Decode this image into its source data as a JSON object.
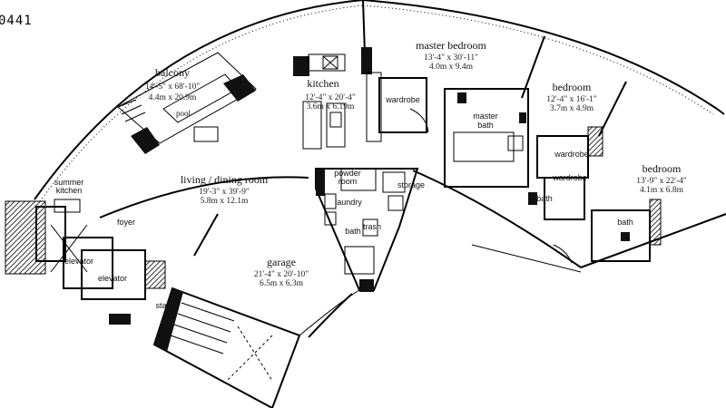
{
  "plan_id": "0441",
  "rooms": {
    "balcony": {
      "name": "balcony",
      "dim_imperial": "14'-5\" x 68'-10\"",
      "dim_metric": "4.4m x 20.9m",
      "pool": "pool"
    },
    "kitchen": {
      "name": "kitchen",
      "dim_imperial": "12'-4\" x 20'-4\"",
      "dim_metric": "3.6m x 6.19m"
    },
    "master_bedroom": {
      "name": "master bedroom",
      "dim_imperial": "13'-4\" x 30'-11\"",
      "dim_metric": "4.0m x 9.4m"
    },
    "bedroom_1": {
      "name": "bedroom",
      "dim_imperial": "12'-4\" x 16'-1\"",
      "dim_metric": "3.7m x 4.9m"
    },
    "bedroom_2": {
      "name": "bedroom",
      "dim_imperial": "13'-9\" x 22'-4\"",
      "dim_metric": "4.1m x 6.8m"
    },
    "living": {
      "name": "living / dining room",
      "dim_imperial": "19'-3\" x 39'-9\"",
      "dim_metric": "5.8m x 12.1m"
    },
    "garage": {
      "name": "garage",
      "dim_imperial": "21'-4\" x 20'-10\"",
      "dim_metric": "6.5m x 6.3m"
    }
  },
  "small_labels": {
    "wardrobe_1": "wardrobe",
    "wardrobe_2": "wardrobe",
    "wardrobe_3": "wardrobe",
    "master_bath_1": "master",
    "master_bath_2": "bath",
    "bath_1": "bath",
    "bath_2": "bath",
    "bath_3": "bath",
    "summer_kitchen_1": "summer",
    "summer_kitchen_2": "kitchen",
    "foyer": "foyer",
    "elevator_1": "elevator",
    "elevator_2": "elevator",
    "stair": "stair",
    "powder_room_1": "powder",
    "powder_room_2": "room",
    "storage": "storage",
    "laundry": "laundry",
    "trash": "trash"
  }
}
